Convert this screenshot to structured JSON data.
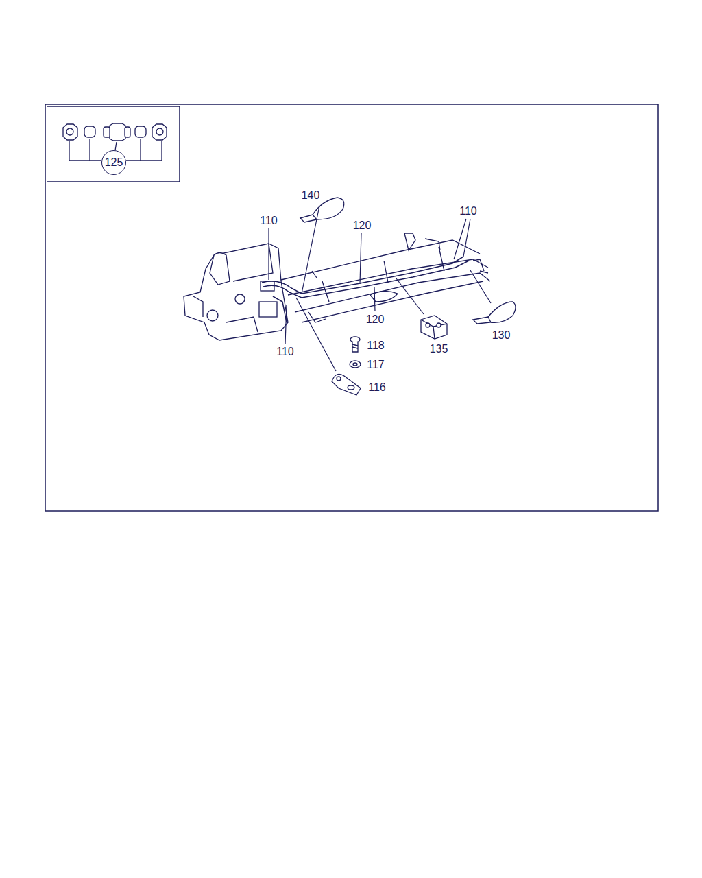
{
  "diagram": {
    "nodes": [
      {
        "text": [
          "125"
        ]
      }
    ],
    "labels": [
      "140",
      "110",
      "120",
      "110",
      "110",
      "120",
      "118",
      "135",
      "130",
      "117",
      "116"
    ]
  }
}
